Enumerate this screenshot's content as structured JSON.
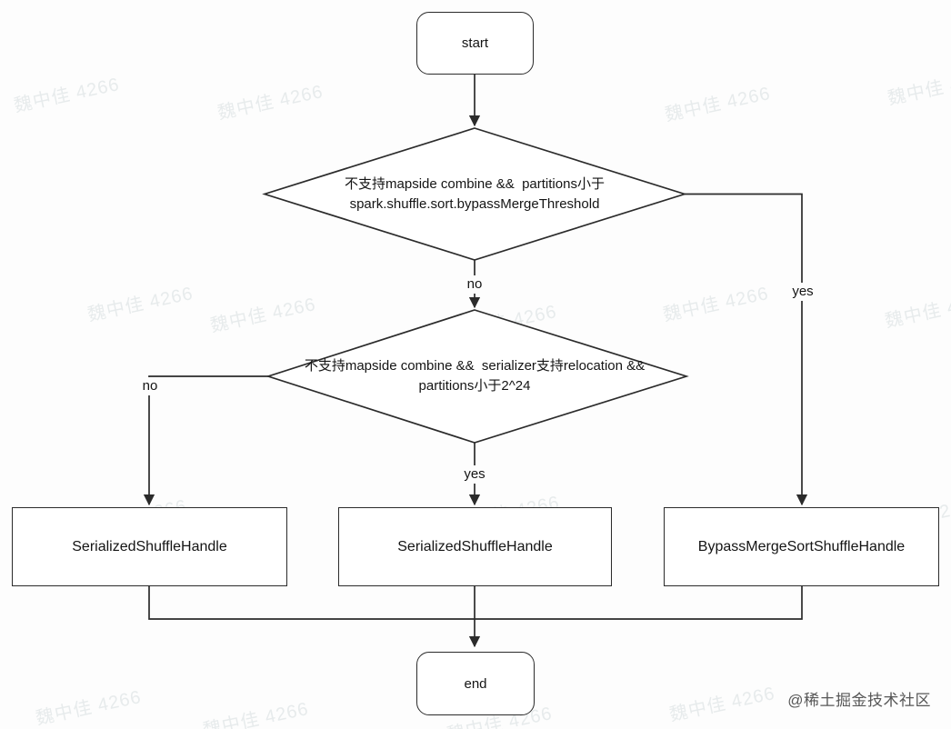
{
  "diagram": {
    "title": "Spark shuffle handle selection flowchart",
    "nodes": {
      "start": {
        "label": "start"
      },
      "decision1": {
        "line1": "不支持mapside combine &&  partitions小于",
        "line2": "spark.shuffle.sort.bypassMergeThreshold"
      },
      "decision2": {
        "line1": "不支持mapside combine &&  serializer支持relocation &&",
        "line2": "partitions小于2^24"
      },
      "box_left": {
        "label": "SerializedShuffleHandle"
      },
      "box_middle": {
        "label": "SerializedShuffleHandle"
      },
      "box_right": {
        "label": "BypassMergeSortShuffleHandle"
      },
      "end": {
        "label": "end"
      }
    },
    "edge_labels": {
      "d1_no": "no",
      "d1_yes": "yes",
      "d2_no": "no",
      "d2_yes": "yes"
    },
    "colors": {
      "stroke": "#2b2b2b",
      "text": "#141414",
      "background": "#fdfdfd"
    }
  },
  "watermark": {
    "text": "魏中佳 4266"
  },
  "credit": {
    "text": "@稀土掘金技术社区"
  }
}
